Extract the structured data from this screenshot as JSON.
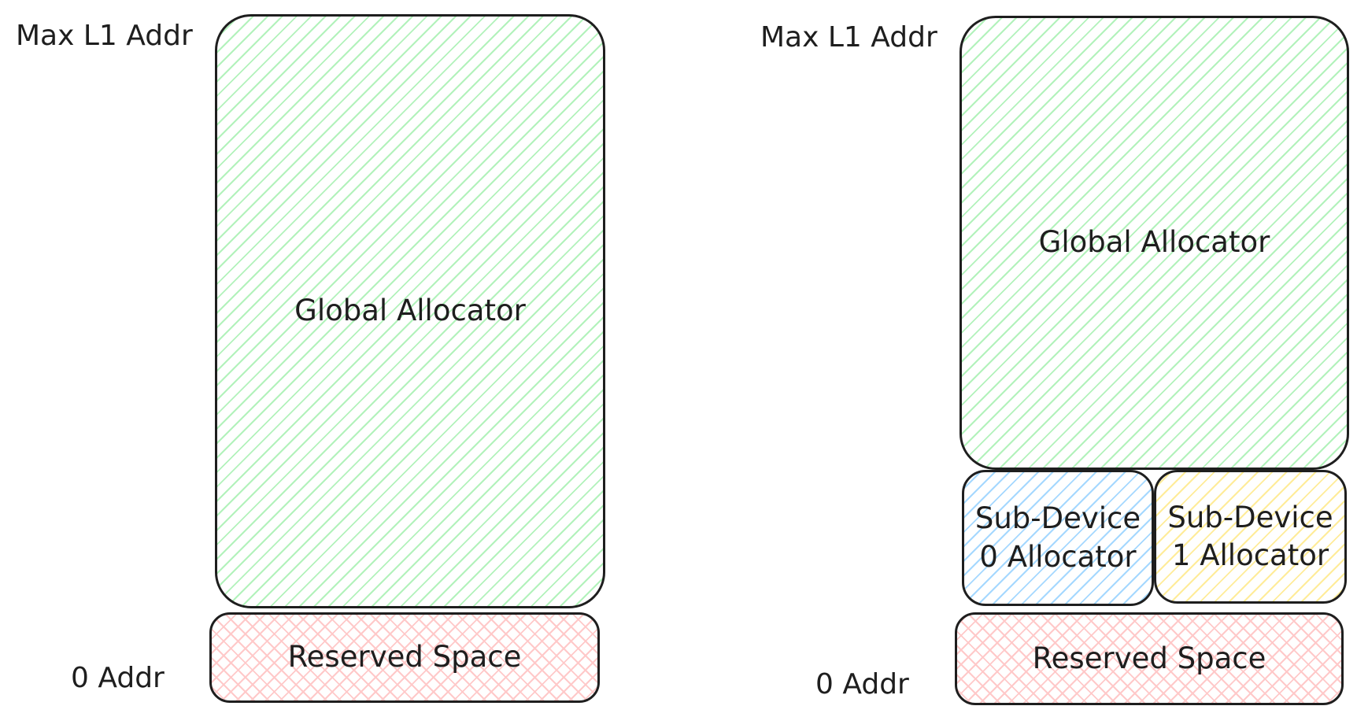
{
  "colors": {
    "stroke": "#1e1e1e",
    "global_fill": "#b2f2bb",
    "sub_device_0_fill": "#a5d8ff",
    "sub_device_1_fill": "#ffec99",
    "reserved_fill": "#ffc9c9"
  },
  "left": {
    "max_label": "Max L1 Addr",
    "zero_label": "0 Addr",
    "global": "Global Allocator",
    "reserved": "Reserved Space"
  },
  "right": {
    "max_label": "Max L1 Addr",
    "zero_label": "0 Addr",
    "global": "Global Allocator",
    "sub_device_0": {
      "line1": "Sub-Device",
      "line2": "0 Allocator"
    },
    "sub_device_1": {
      "line1": "Sub-Device",
      "line2": "1 Allocator"
    },
    "reserved": "Reserved Space"
  }
}
